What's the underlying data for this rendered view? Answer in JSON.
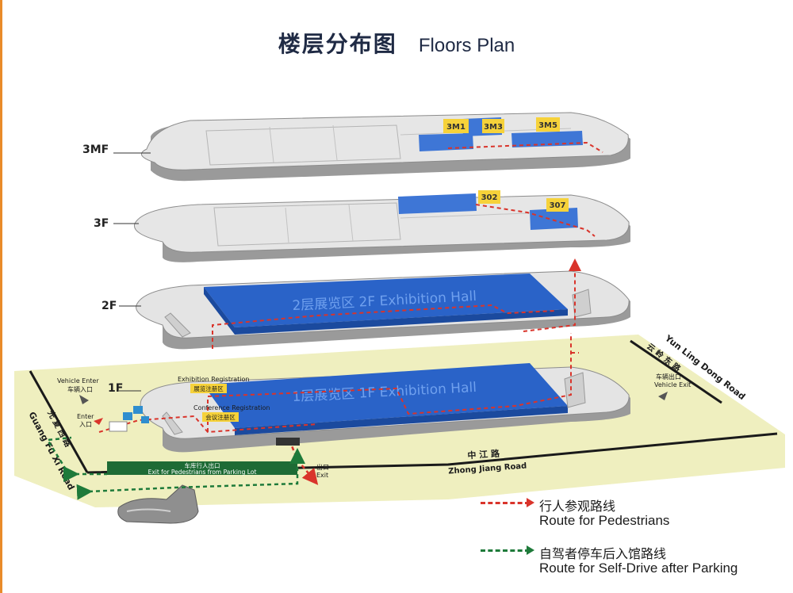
{
  "title": {
    "zh": "楼层分布图",
    "en": "Floors Plan"
  },
  "floors": {
    "f3m": {
      "label": "3MF",
      "rooms": [
        "3M1",
        "3M3",
        "3M5"
      ]
    },
    "f3": {
      "label": "3F",
      "rooms": [
        "302",
        "307"
      ]
    },
    "f2": {
      "label": "2F",
      "hall": "2层展览区  2F Exhibition Hall"
    },
    "f1": {
      "label": "1F",
      "hall": "1层展览区  1F Exhibition Hall"
    }
  },
  "labels": {
    "exhibition_reg_en": "Exhibition Registration",
    "exhibition_reg_zh": "展览注册区",
    "conference_reg_en": "Conference Registration",
    "conference_reg_zh": "会议注册区",
    "vehicle_enter_en": "Vehicle Enter",
    "vehicle_enter_zh": "车辆入口",
    "enter_en": "Enter",
    "enter_zh": "入口",
    "vehicle_exit_zh": "车辆出口",
    "vehicle_exit_en": "Vehicle Exit",
    "exit_zh": "出口",
    "exit_en": "Exit",
    "parking_exit_zh": "车库行人出口",
    "parking_exit_en": "Exit for Pedestrians from Parking Lot"
  },
  "roads": {
    "zhongjiang_zh": "中  江  路",
    "zhongjiang_en": "Zhong Jiang Road",
    "guangfu_zh": "光  复  西  路",
    "guangfu_en": "Guang Fu Xi Road",
    "yunling_zh": "云  岭  东  路",
    "yunling_en": "Yun Ling Dong Road"
  },
  "legend": [
    {
      "zh": "行人参观路线",
      "en": "Route for Pedestrians",
      "color": "#d9342b"
    },
    {
      "zh": "自驾者停车后入馆路线",
      "en": "Route for Self-Drive after Parking",
      "color": "#1e7a3a"
    }
  ],
  "colors": {
    "hall_blue": "#2a63c8",
    "room_yellow": "#f6d23a",
    "road_fill": "#efefbf",
    "floor_gray": "#e3e3e3"
  }
}
